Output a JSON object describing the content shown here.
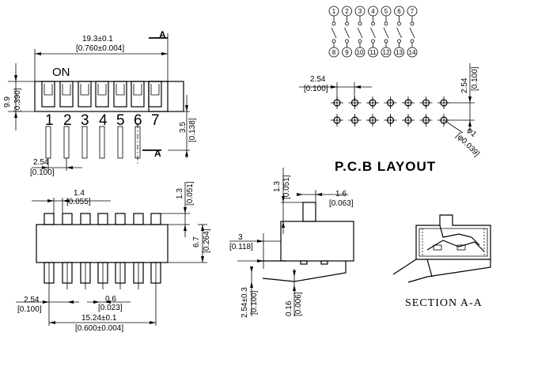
{
  "front_view": {
    "on_label": "ON",
    "switch_numbers": [
      "1",
      "2",
      "3",
      "4",
      "5",
      "6",
      "7"
    ],
    "width_dim": "19.3±0.1",
    "width_dim_in": "[0.760±0.004]",
    "height_dim": "9.9",
    "height_dim_in": "[0.390]",
    "pin_len_dim": "3.5",
    "pin_len_dim_in": "[0.138]",
    "pitch_dim": "2.54",
    "pitch_dim_in": "[0.100]",
    "section_mark": "A"
  },
  "schematic": {
    "top_pins": [
      "1",
      "2",
      "3",
      "4",
      "5",
      "6",
      "7"
    ],
    "bottom_pins": [
      "8",
      "9",
      "10",
      "11",
      "12",
      "13",
      "14"
    ]
  },
  "pcb_layout": {
    "title": "P.C.B LAYOUT",
    "pitch_dim": "2.54",
    "pitch_dim_in": "[0.100]",
    "row_dim": "2.54",
    "row_dim_in": "[0.100]",
    "hole_dim": "φ1",
    "hole_dim_in": "[φ0.039]"
  },
  "top_view": {
    "actuator_w": "1.4",
    "actuator_w_in": "[0.055]",
    "actuator_h": "1.3",
    "actuator_h_in": "[0.051]",
    "body_h": "6.7",
    "body_h_in": "[0.264]",
    "pitch_dim": "2.54",
    "pitch_dim_in": "[0.100]",
    "pin_w": "0.6",
    "pin_w_in": "[0.023]",
    "row_span": "15.24±0.1",
    "row_span_in": "[0.600±0.004]"
  },
  "side_view": {
    "actuator_h": "1.3",
    "actuator_h_in": "[0.051]",
    "actuator_w": "1.6",
    "actuator_w_in": "[0.063]",
    "standoff": "3",
    "standoff_in": "[0.118]",
    "pin_row": "2.54±0.3",
    "pin_row_in": "[0.100]",
    "pin_t": "0.16",
    "pin_t_in": "[0.006]"
  },
  "section": {
    "label": "SECTION  A-A"
  }
}
